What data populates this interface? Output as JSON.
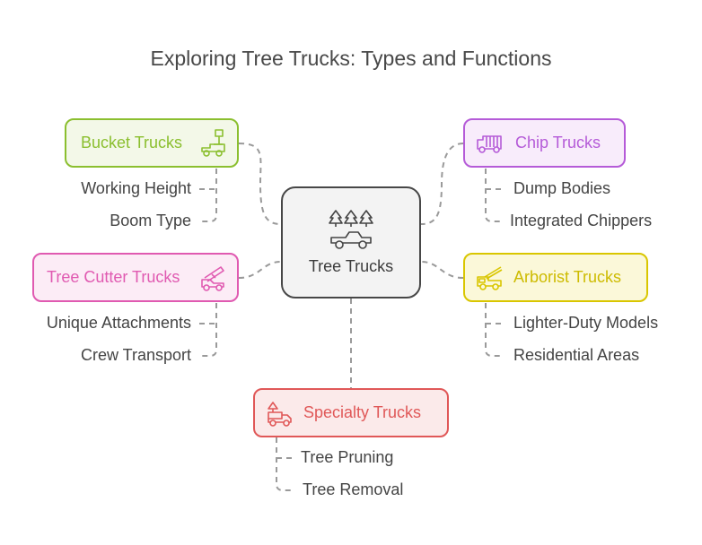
{
  "title": "Exploring Tree Trucks: Types and Functions",
  "center": {
    "label": "Tree Trucks",
    "icon": "trees-and-truck-icon",
    "color": "#474747"
  },
  "branches": {
    "bucket": {
      "label": "Bucket Trucks",
      "color": "#8bbf2f",
      "icon": "bucket-truck-icon",
      "items": [
        "Working Height",
        "Boom Type"
      ]
    },
    "chip": {
      "label": "Chip Trucks",
      "color": "#b55bd8",
      "icon": "chip-truck-icon",
      "items": [
        "Dump Bodies",
        "Integrated Chippers"
      ]
    },
    "cutter": {
      "label": "Tree Cutter Trucks",
      "color": "#e05ab1",
      "icon": "crane-truck-icon",
      "items": [
        "Unique Attachments",
        "Crew Transport"
      ]
    },
    "arborist": {
      "label": "Arborist Trucks",
      "color": "#d9c600",
      "icon": "boom-truck-icon",
      "items": [
        "Lighter-Duty Models",
        "Residential Areas"
      ]
    },
    "specialty": {
      "label": "Specialty Trucks",
      "color": "#e05858",
      "icon": "specialty-truck-icon",
      "items": [
        "Tree Pruning",
        "Tree Removal"
      ]
    }
  }
}
